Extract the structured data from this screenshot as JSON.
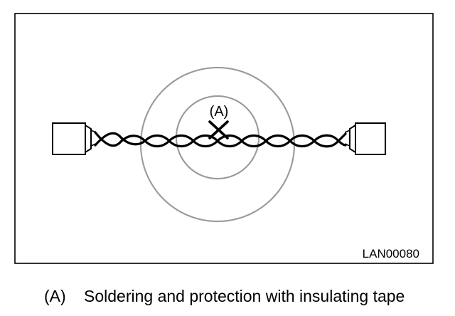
{
  "figure": {
    "figure_id": "LAN00080",
    "callout": "(A)",
    "colors": {
      "line": "#000000",
      "field_rings": "#9a9a9a",
      "background": "#ffffff"
    },
    "icons": [
      "connector-icon",
      "twisted-pair-cable-icon",
      "splice-point-x-icon",
      "interference-field-icon"
    ]
  },
  "legend": {
    "marker": "(A)",
    "text": "Soldering and protection with insulating tape"
  }
}
